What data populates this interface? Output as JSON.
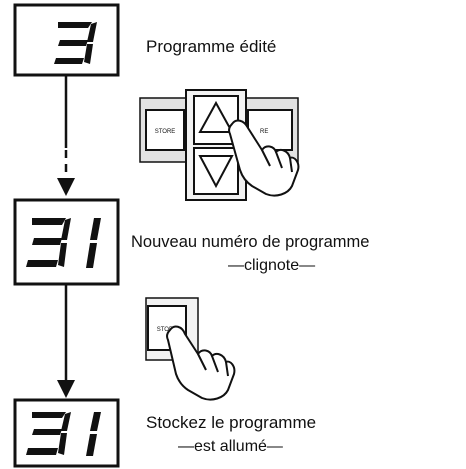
{
  "steps": [
    {
      "display": "3",
      "caption": "Programme édité",
      "subcaption": ""
    },
    {
      "display": "31",
      "caption": "Nouveau numéro de programme",
      "subcaption": "—clignote—"
    },
    {
      "display": "31",
      "caption": "Stockez le programme",
      "subcaption": "—est allumé—"
    }
  ],
  "buttons": {
    "store_label": "STORE",
    "hidden_label_fragment": "RE"
  },
  "icons": [
    "up-arrow-icon",
    "down-arrow-icon",
    "pointing-hand-icon",
    "arrow-down-icon"
  ],
  "colors": {
    "ink": "#111111",
    "background": "#ffffff",
    "panel": "#d8d8d8"
  }
}
